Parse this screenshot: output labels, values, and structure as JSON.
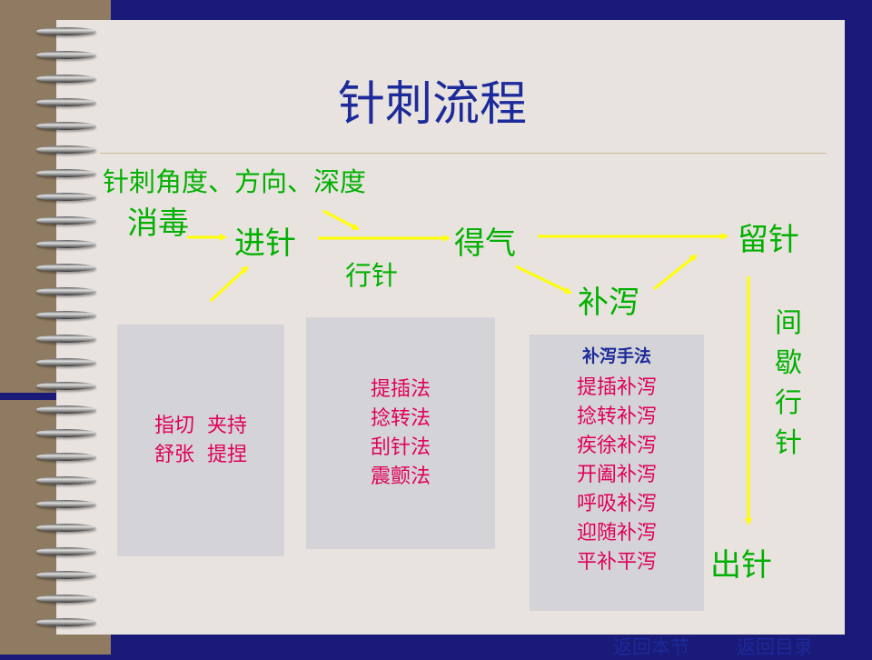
{
  "title": "针刺流程",
  "flow": {
    "angle_label": "针刺角度、方向、深度",
    "disinfect": "消毒",
    "insert": "进针",
    "manipulate": "行针",
    "deqi": "得气",
    "tonify": "补泻",
    "retain": "留针",
    "intermittent": "间歇行针",
    "withdraw": "出针"
  },
  "panels": {
    "insertion_methods": "指切  夹持\n舒张  提捏",
    "manipulation_methods": "提插法\n捻转法\n刮针法\n震颤法",
    "tonify_title": "补泻手法",
    "tonify_methods": "提插补泻\n捻转补泻\n疾徐补泻\n开阖补泻\n呼吸补泻\n迎随补泻\n平补平泻"
  },
  "nav": {
    "back_section": "返回本节",
    "back_toc": "返回目录"
  },
  "colors": {
    "background": "#1a1a78",
    "paper": "#e9e3df",
    "title": "#1c2a9a",
    "flow_text": "#00b000",
    "arrow": "#ffff00",
    "method_text": "#e0005a",
    "panel": "#d4d4d8"
  }
}
